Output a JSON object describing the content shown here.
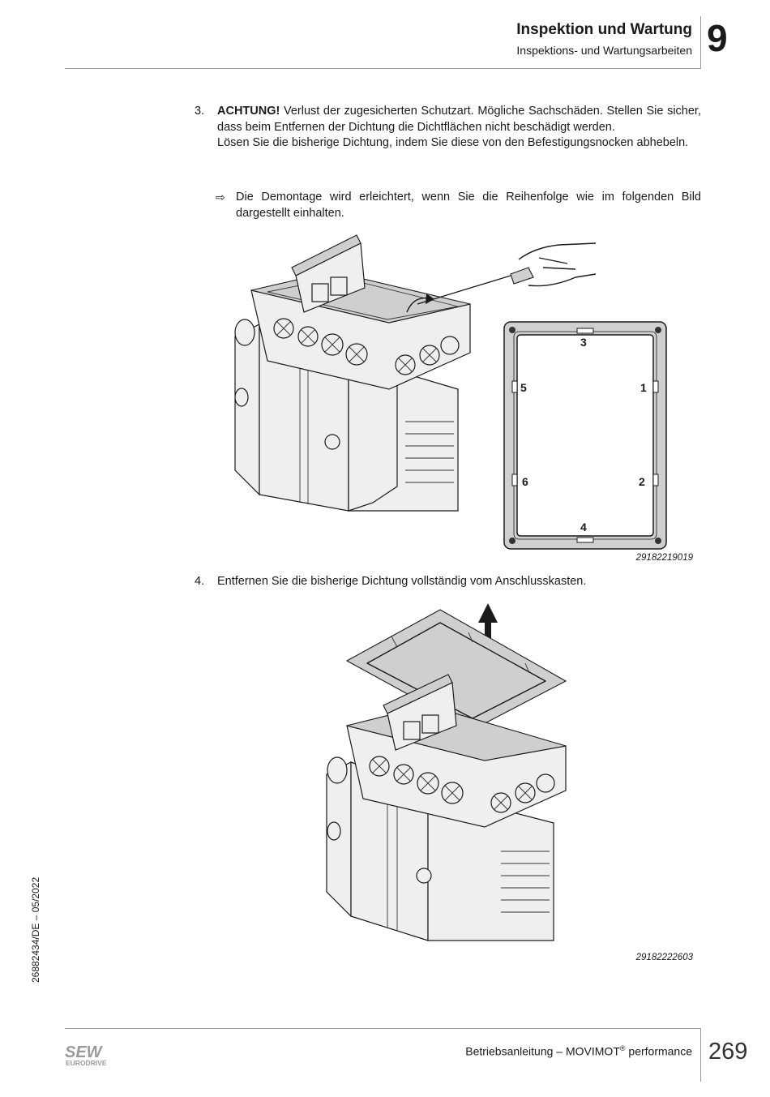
{
  "header": {
    "title": "Inspektion und Wartung",
    "subtitle": "Inspektions- und Wartungsarbeiten",
    "chapter": "9"
  },
  "step3": {
    "number": "3.",
    "warning_label": "ACHTUNG!",
    "warning_text": " Verlust der zugesicherten Schutzart. Mögliche Sachschäden. Stellen Sie sicher, dass beim Entfernen der Dichtung die Dichtflächen nicht beschädigt werden.",
    "instruction": "Lösen Sie die bisherige Dichtung, indem Sie diese von den Befestigungsnocken abhebeln.",
    "hint": "Die Demontage wird erleichtert, wenn Sie die Reihenfolge wie im folgenden Bild dargestellt einhalten."
  },
  "figure1": {
    "id": "29182219019",
    "gasket_labels": [
      "1",
      "2",
      "3",
      "4",
      "5",
      "6"
    ]
  },
  "step4": {
    "number": "4.",
    "text": "Entfernen Sie die bisherige Dichtung vollständig vom Anschlusskasten."
  },
  "figure2": {
    "id": "29182222603"
  },
  "sidebar": {
    "doc_id": "26882434/DE – 05/2022"
  },
  "footer": {
    "title_prefix": "Betriebsanleitung – MOVIMOT",
    "registered": "®",
    "title_suffix": " performance",
    "page": "269",
    "logo_top": "SEW",
    "logo_bottom": "EURODRIVE"
  }
}
